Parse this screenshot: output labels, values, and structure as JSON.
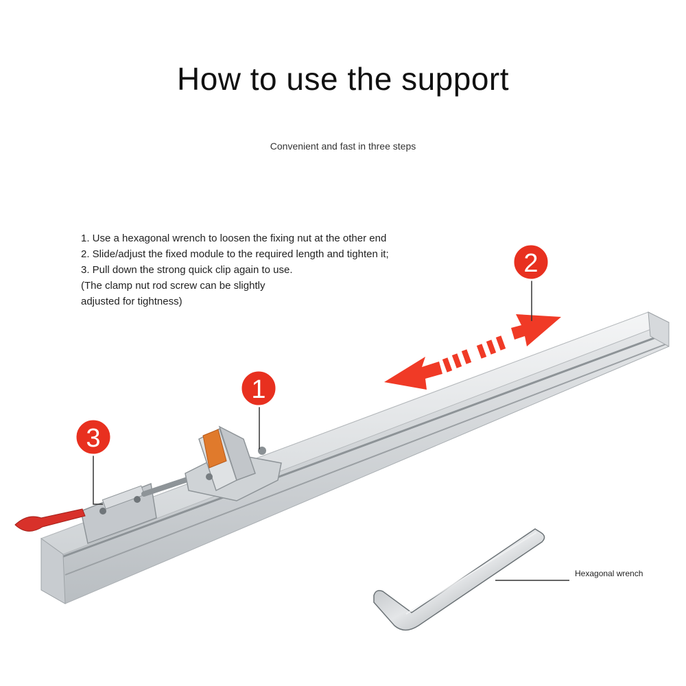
{
  "title": "How to use the support",
  "subtitle": "Convenient and fast in three steps",
  "steps": [
    "1. Use a hexagonal wrench to loosen the fixing nut at the other end",
    "2. Slide/adjust the fixed module to the required length and tighten it;",
    "3. Pull down the strong quick clip again to use.",
    "(The clamp nut rod screw can be slightly",
    "adjusted for tightness)"
  ],
  "markers": {
    "one": "1",
    "two": "2",
    "three": "3"
  },
  "wrench_label": "Hexagonal wrench",
  "colors": {
    "marker_red": "#e8301f",
    "arrow_red": "#f03a26",
    "rail": "#d9dcdf",
    "clamp_pad": "#e07a2c"
  }
}
